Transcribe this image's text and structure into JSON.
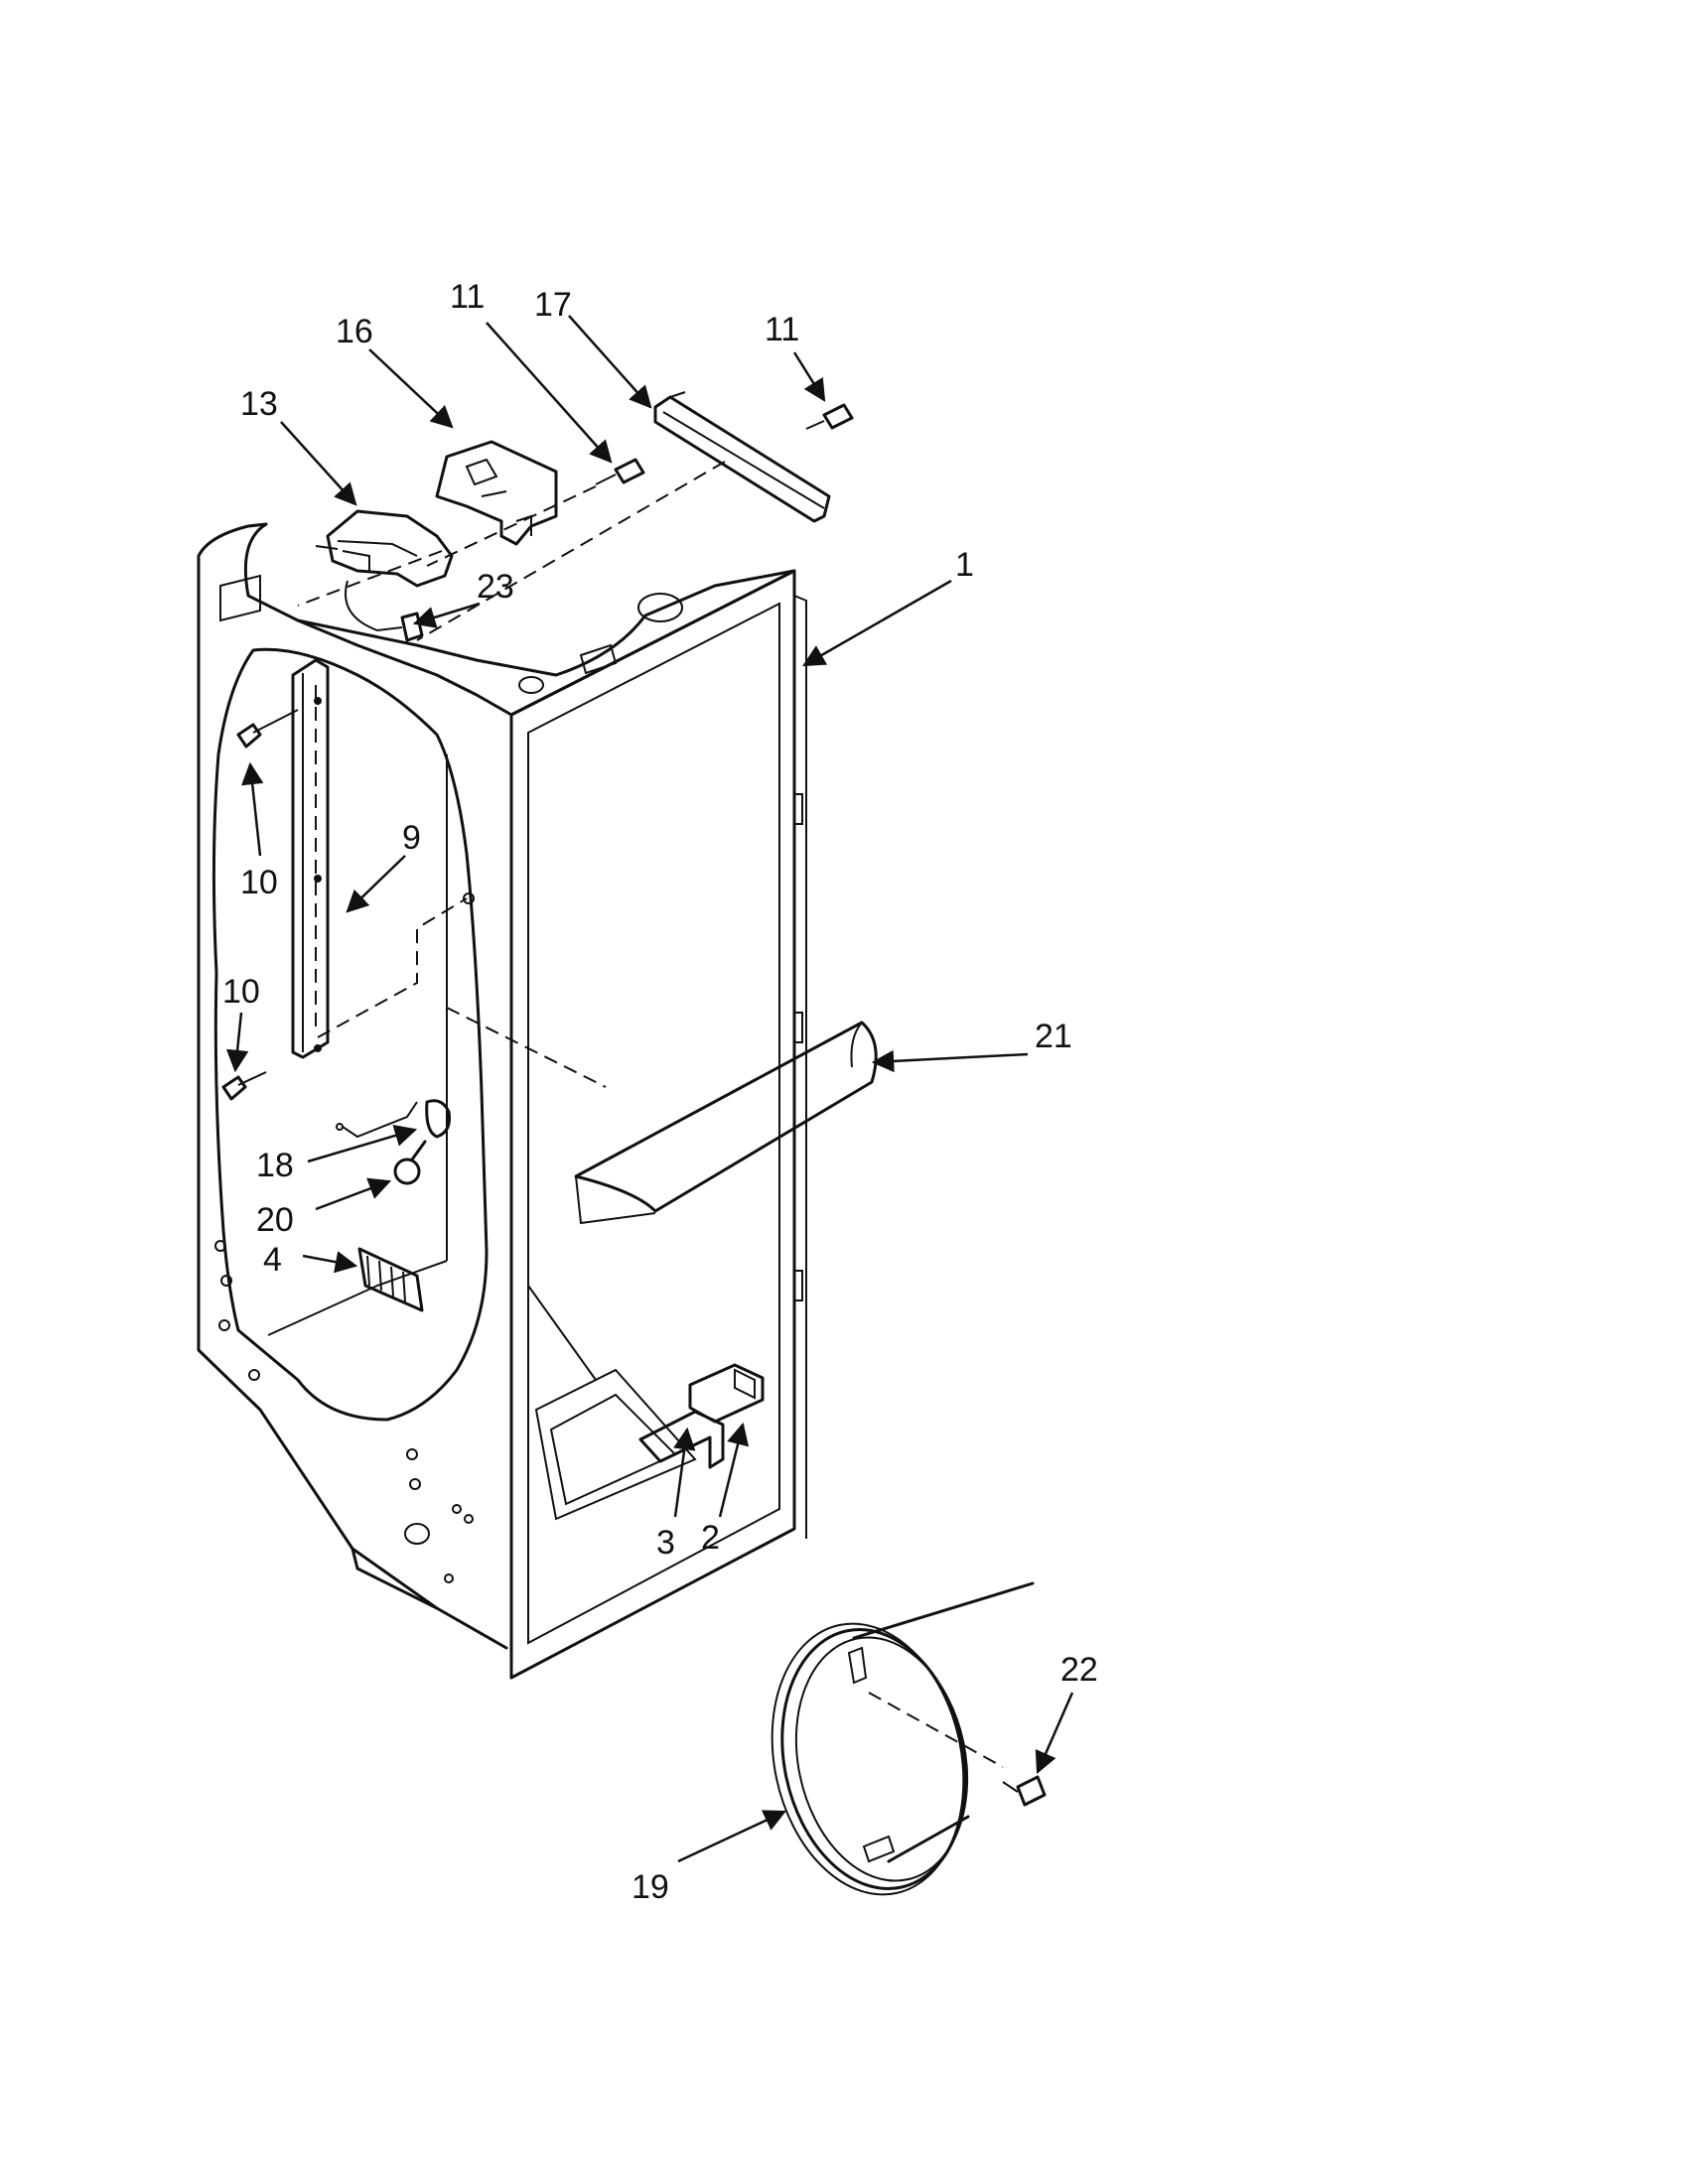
{
  "callouts": {
    "c1": "1",
    "c2": "2",
    "c3": "3",
    "c4": "4",
    "c9": "9",
    "c10a": "10",
    "c10b": "10",
    "c11a": "11",
    "c11b": "11",
    "c13": "13",
    "c16": "16",
    "c17": "17",
    "c18": "18",
    "c19": "19",
    "c20": "20",
    "c21": "21",
    "c22": "22",
    "c23": "23"
  }
}
